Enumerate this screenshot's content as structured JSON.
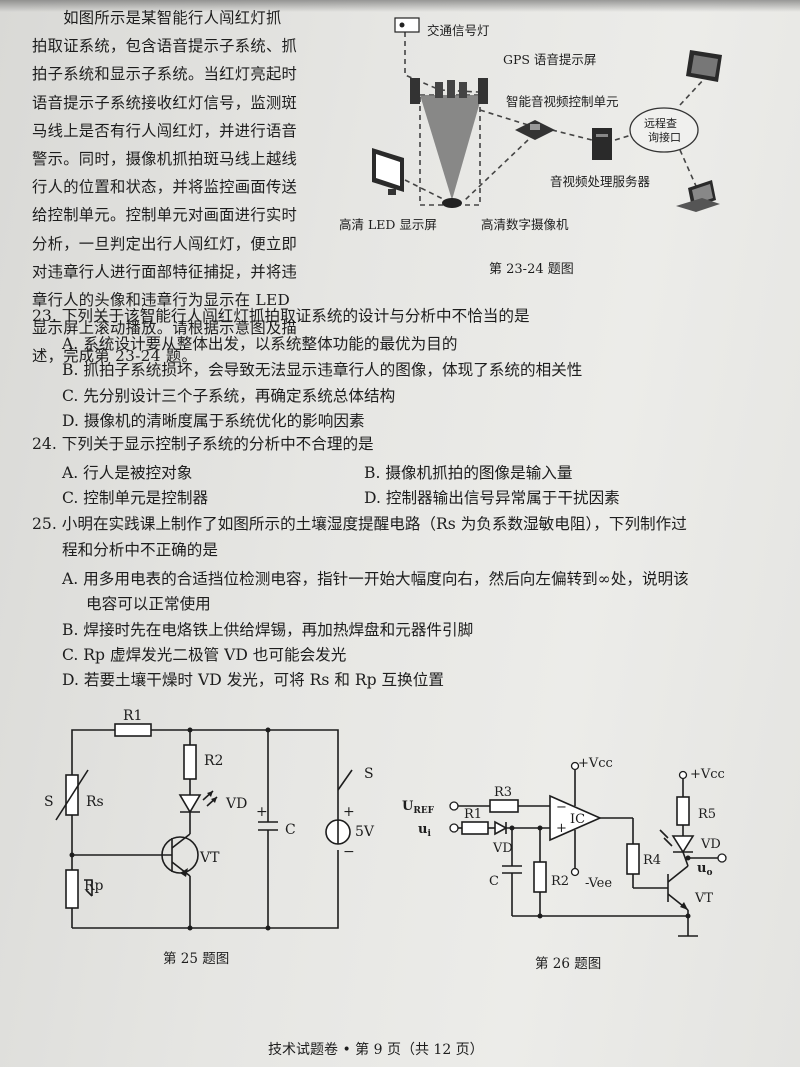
{
  "intro": {
    "lines": [
      "　　如图所示是某智能行人闯红灯抓",
      "拍取证系统，包含语音提示子系统、抓",
      "拍子系统和显示子系统。当红灯亮起时",
      "语音提示子系统接收红灯信号，监测斑",
      "马线上是否有行人闯红灯，并进行语音",
      "警示。同时，摄像机抓拍斑马线上越线",
      "行人的位置和状态，并将监控画面传送",
      "给控制单元。控制单元对画面进行实时",
      "分析，一旦判定出行人闯红灯，便立即",
      "对违章行人进行面部特征捕捉，并将违",
      "章行人的头像和违章行为显示在 LED",
      "显示屏上滚动播放。请根据示意图及描",
      "述，完成第 23-24 题。"
    ]
  },
  "figure_2324": {
    "labels": {
      "traffic_light": "交通信号灯",
      "gps": "GPS 语音提示屏",
      "control_unit": "智能音视频控制单元",
      "remote": "远程查询接口",
      "server": "音视频处理服务器",
      "led": "高清 LED 显示屏",
      "camera": "高清数字摄像机"
    },
    "caption": "第 23-24 题图"
  },
  "questions": [
    {
      "stem": "23. 下列关于该智能行人闯红灯抓拍取证系统的设计与分析中不恰当的是",
      "options": [
        "A. 系统设计要从整体出发，以系统整体功能的最优为目的",
        "B. 抓拍子系统损坏，会导致无法显示违章行人的图像，体现了系统的相关性",
        "C. 先分别设计三个子系统，再确定系统总体结构",
        "D. 摄像机的清晰度属于系统优化的影响因素"
      ]
    },
    {
      "stem": "24. 下列关于显示控制子系统的分析中不合理的是",
      "options": [
        "A. 行人是被控对象",
        "B. 摄像机抓拍的图像是输入量",
        "C. 控制单元是控制器",
        "D. 控制器输出信号异常属于干扰因素"
      ]
    },
    {
      "stem_lines": [
        "25. 小明在实践课上制作了如图所示的土壤湿度提醒电路（Rs 为负系数湿敏电阻），下列制作过",
        "程和分析中不正确的是"
      ],
      "options": [
        "A. 用多用电表的合适挡位检测电容，指针一开始大幅度向右，然后向左偏转到∞处，说明该",
        "电容可以正常使用",
        "B. 焊接时先在电烙铁上供给焊锡，再加热焊盘和元器件引脚",
        "C. Rp 虚焊发光二极管 VD 也可能会发光",
        "D. 若要土壤干燥时 VD 发光，可将 Rs 和 Rp 互换位置"
      ]
    }
  ],
  "circuit25": {
    "labels": {
      "r1": "R1",
      "r2": "R2",
      "rs": "Rs",
      "s_left": "S",
      "vd": "VD",
      "vt": "VT",
      "rp": "Rp",
      "c": "C",
      "plus": "+",
      "s_switch": "S",
      "v5": "5V",
      "minus": "−"
    },
    "caption": "第 25 题图"
  },
  "circuit26": {
    "labels": {
      "vcc1": "+Vcc",
      "uref": "U",
      "uref_sub": "REF",
      "ui": "u",
      "ui_sub": "i",
      "r3": "R3",
      "r1": "R1",
      "vd_in": "VD",
      "minus": "−",
      "plus": "+",
      "ic": "IC",
      "c": "C",
      "r2": "R2",
      "vee": "-Vee",
      "r4": "R4",
      "vcc2": "+Vcc",
      "r5": "R5",
      "vd_out": "VD",
      "uo": "u",
      "uo_sub": "o",
      "vt": "VT"
    },
    "caption": "第 26 题图"
  },
  "footer": "技术试题卷 • 第 9 页（共 12 页）"
}
